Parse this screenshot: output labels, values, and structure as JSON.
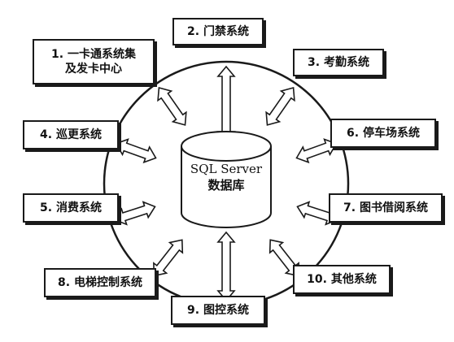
{
  "center": {
    "line1": "SQL Server",
    "line2": "数据库"
  },
  "modules": [
    {
      "id": "card",
      "lines": [
        "1. 一卡通系统集",
        "及发卡中心"
      ]
    },
    {
      "id": "access",
      "lines": [
        "2. 门禁系统"
      ]
    },
    {
      "id": "attendance",
      "lines": [
        "3. 考勤系统"
      ]
    },
    {
      "id": "patrol",
      "lines": [
        "4. 巡更系统"
      ]
    },
    {
      "id": "consumption",
      "lines": [
        "5. 消费系统"
      ]
    },
    {
      "id": "parking",
      "lines": [
        "6. 停车场系统"
      ]
    },
    {
      "id": "library",
      "lines": [
        "7. 图书借阅系统"
      ]
    },
    {
      "id": "elevator",
      "lines": [
        "8. 电梯控制系统"
      ]
    },
    {
      "id": "cctv",
      "lines": [
        "9. 图控系统"
      ]
    },
    {
      "id": "other",
      "lines": [
        "10. 其他系统"
      ]
    }
  ]
}
